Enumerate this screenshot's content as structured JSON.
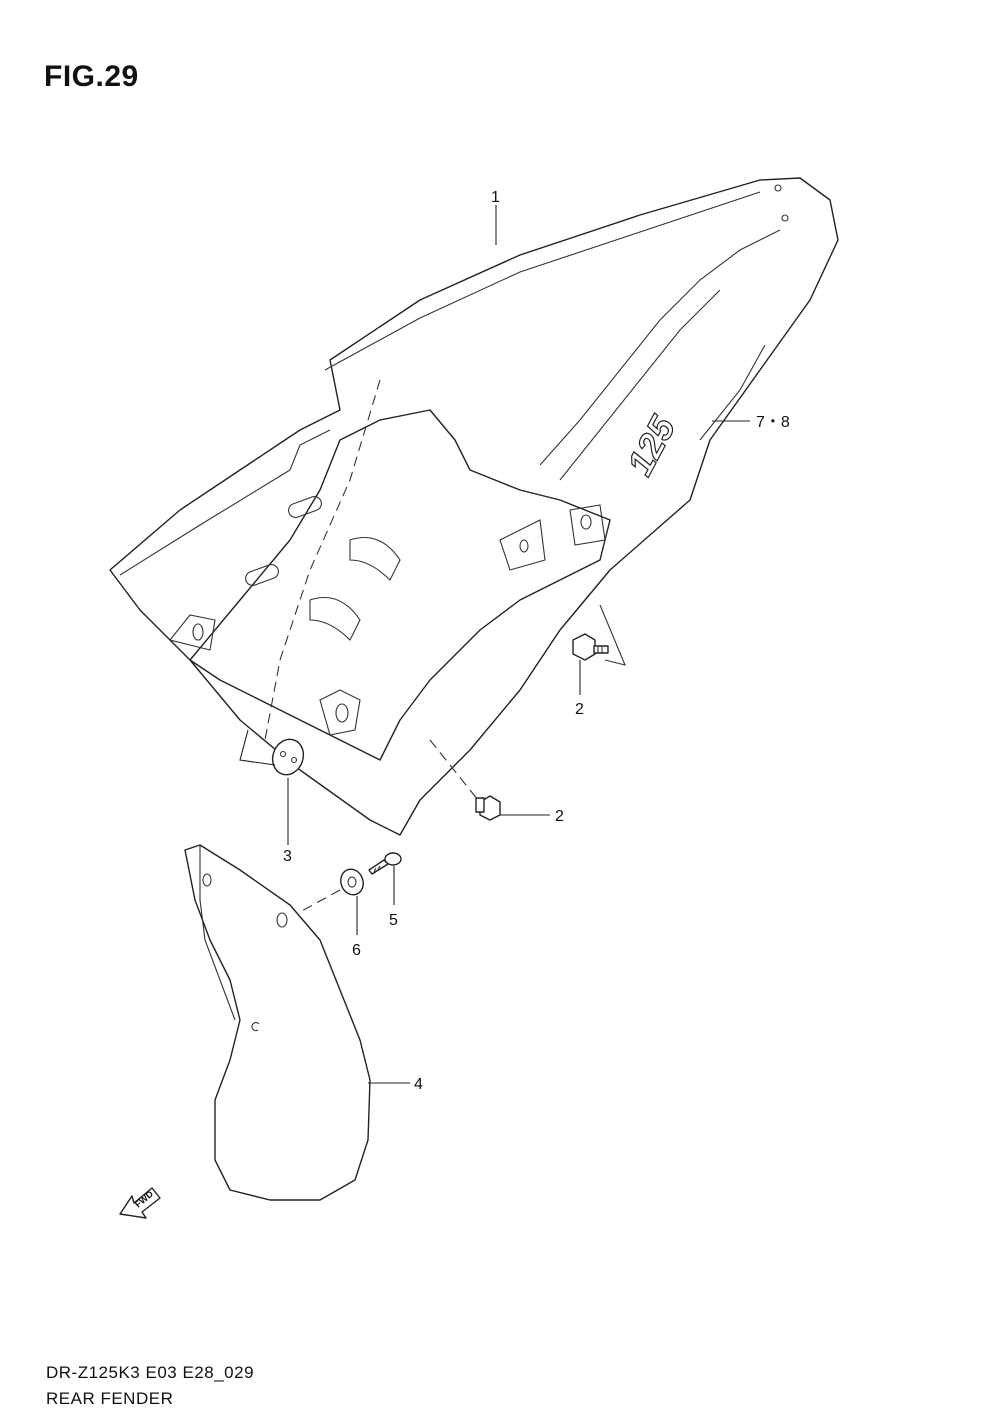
{
  "figure": {
    "title": "FIG.29"
  },
  "footer": {
    "code": "DR-Z125K3 E03 E28_029",
    "name": "REAR FENDER"
  },
  "fwd_label": "FWD",
  "decal_text": "125",
  "callouts": {
    "p1": "1",
    "p2a": "2",
    "p2b": "2",
    "p3": "3",
    "p4": "4",
    "p5": "5",
    "p6": "6",
    "p78": "7・8"
  }
}
